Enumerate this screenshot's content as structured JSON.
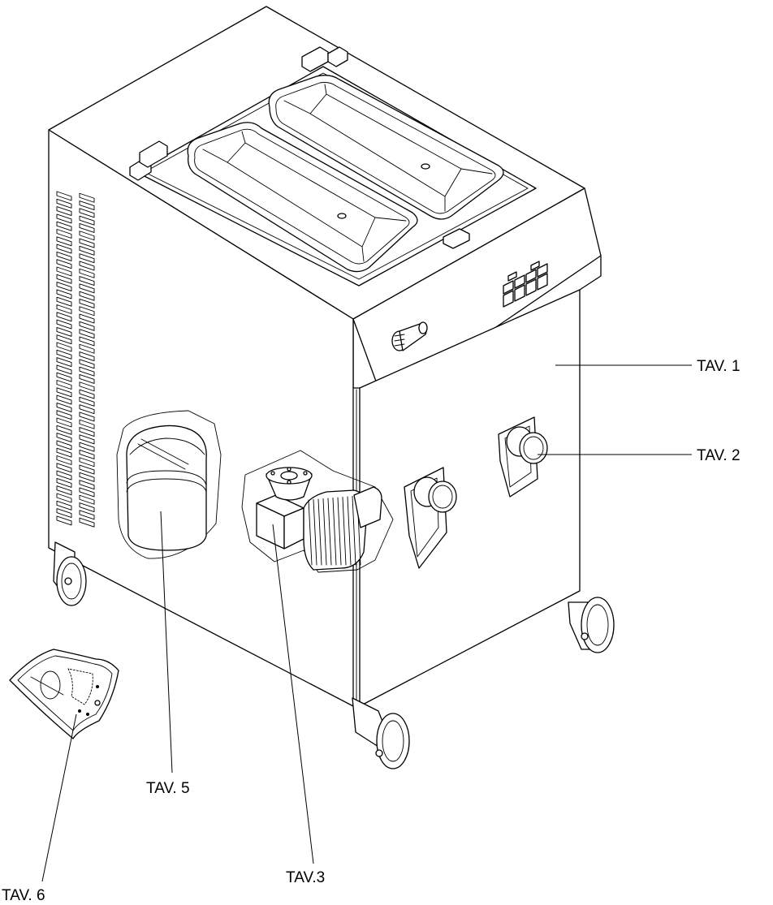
{
  "labels": {
    "tav1": "TAV. 1",
    "tav2": "TAV. 2",
    "tav3": "TAV.3",
    "tav5": "TAV. 5",
    "tav6": "TAV. 6"
  },
  "colors": {
    "line": "#000000",
    "background": "#ffffff"
  }
}
